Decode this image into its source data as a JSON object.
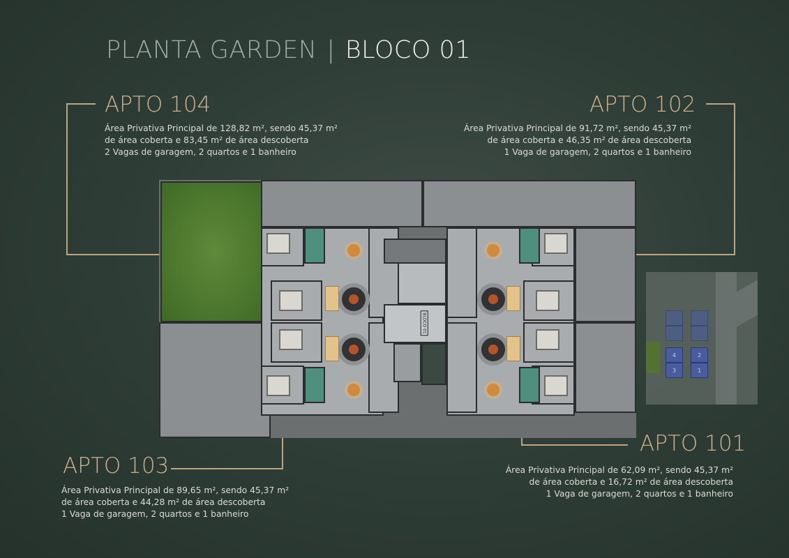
{
  "header": {
    "title_part1": "PLANTA GARDEN",
    "separator": "|",
    "title_part2": "BLOCO 01"
  },
  "apartments": [
    {
      "name": "APTO 104",
      "lines": [
        "Área Privativa Principal de 128,82 m², sendo 45,37 m²",
        "de área coberta e 83,45 m² de área descoberta",
        "2 Vagas de garagem, 2 quartos e 1 banheiro"
      ]
    },
    {
      "name": "APTO 102",
      "lines": [
        "Área Privativa Principal de 91,72 m², sendo 45,37 m²",
        "de área coberta e 46,35 m² de área descoberta",
        "1 Vaga de garagem, 2 quartos e 1 banheiro"
      ]
    },
    {
      "name": "APTO 103",
      "lines": [
        "Área Privativa Principal de 89,65 m², sendo 45,37 m²",
        "de área coberta e 44,28 m² de área descoberta",
        "1 Vaga de garagem, 2 quartos e 1 banheiro"
      ]
    },
    {
      "name": "APTO 101",
      "lines": [
        "Área Privativa Principal de 62,09 m², sendo 45,37 m²",
        "de área coberta e 16,72 m² de área descoberta",
        "1 Vaga de garagem, 2 quartos e 1 banheiro"
      ]
    }
  ],
  "plan": {
    "block_label": "BLOCO 01"
  },
  "site_map": {
    "units": [
      "4",
      "2",
      "3",
      "1"
    ]
  },
  "colors": {
    "background": "#2f3d37",
    "accent": "#cdb28c",
    "title_muted": "#9fada5",
    "grass": "#4f7a30",
    "unit_highlight": "#4e63b0"
  }
}
